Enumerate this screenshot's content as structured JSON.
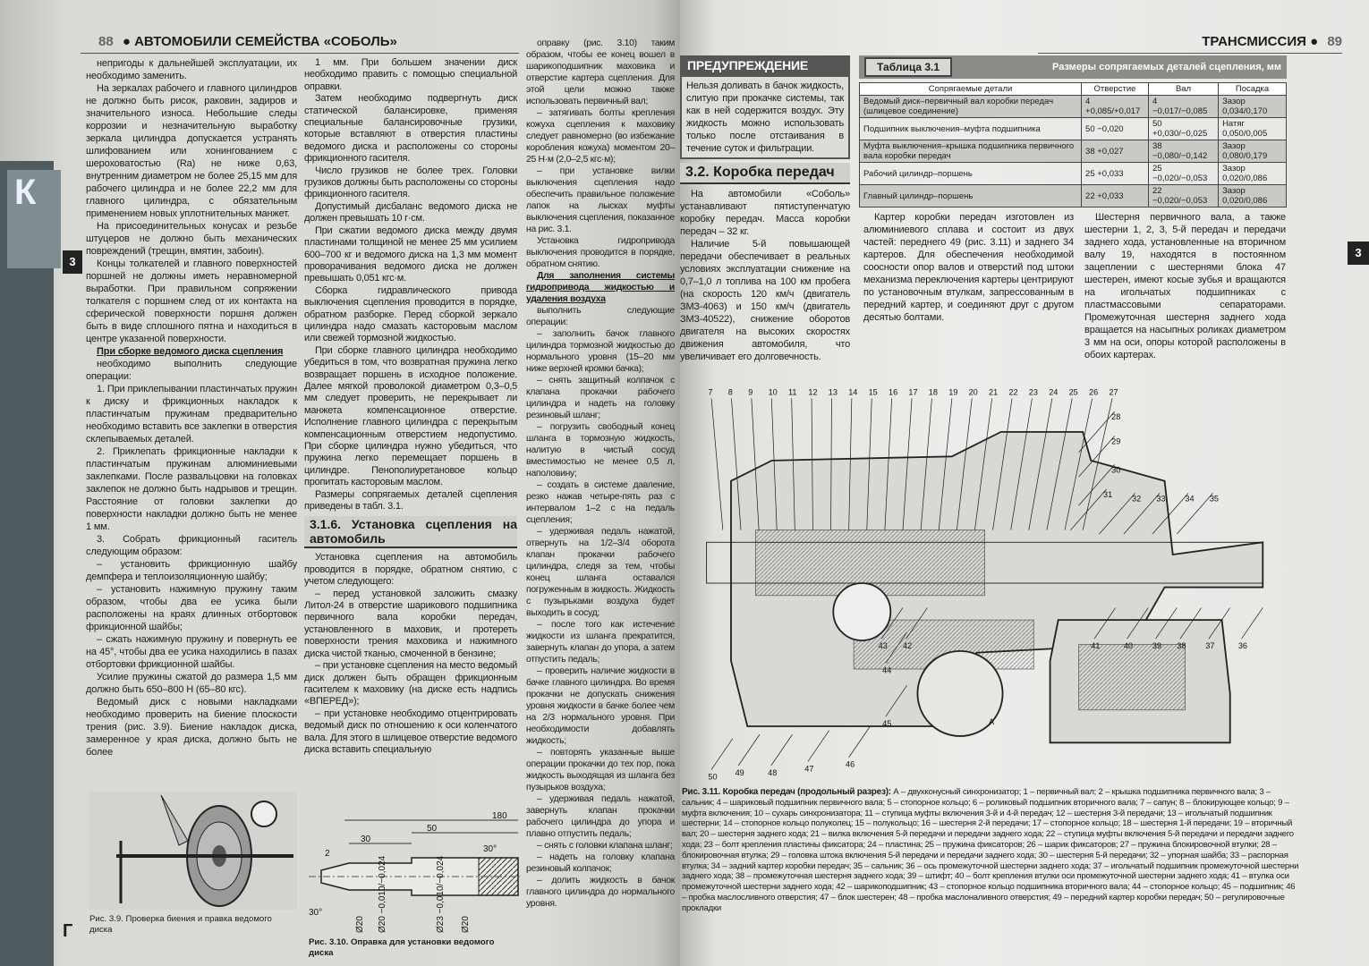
{
  "left_page": {
    "page_number": "88",
    "running_head": "АВТОМОБИЛИ СЕМЕЙСТВА «СОБОЛЬ»",
    "edge_tab": "К",
    "section_tab": "3",
    "col1": [
      "непригоды к дальнейшей эксплуатации, их необходимо заменить.",
      "На зеркалах рабочего и главного цилиндров не должно быть рисок, раковин, задиров и значительного износа. Небольшие следы коррозии и незначительную выработку зеркала цилиндра допускается устранять шлифованием или хонингованием с шероховатостью (Ra) не ниже 0,63, внутренним диаметром не более 25,15 мм для рабочего цилиндра и не более 22,2 мм для главного цилиндра, с обязательным применением новых уплотнительных манжет.",
      "На присоединительных конусах и резьбе штуцеров не должно быть механических повреждений (трещин, вмятин, забоин).",
      "Концы толкателей и главного поверхностей поршней не должны иметь неравномерной выработки. При правильном сопряжении толкателя с поршнем след от их контакта на сферической поверхности поршня должен быть в виде сплошного пятна и находиться в центре указанной поверхности.",
      "При сборке ведомого диска сцепления",
      "необходимо выполнить следующие операции:",
      "1. При приклепывании пластинчатых пружин к диску и фрикционных накладок к пластинчатым пружинам предварительно необходимо вставить все заклепки в отверстия склепываемых деталей.",
      "2. Приклепать фрикционные накладки к пластинчатым пружинам алюминиевыми заклепками. После развальцовки на головках заклепок не должно быть надрывов и трещин. Расстояние от головки заклепки до поверхности накладки должно быть не менее 1 мм.",
      "3. Собрать фрикционный гаситель следующим образом:",
      "– установить фрикционную шайбу демпфера и теплоизоляционную шайбу;",
      "– установить нажимную пружину таким образом, чтобы два ее усика были расположены на краях длинных отбортовок фрикционной шайбы;",
      "– сжать нажимную пружину и повернуть ее на 45°, чтобы два ее усика находились в пазах отбортовки фрикционной шайбы.",
      "Усилие пружины сжатой до размера 1,5 мм должно быть 650–800 Н (65–80 кгс).",
      "Ведомый диск с новыми накладками необходимо проверить на биение плоскости трения (рис. 3.9). Биение накладок диска, замеренное у края диска, должно быть не более"
    ],
    "col2": [
      "1 мм. При большем значении диск необходимо править с помощью специальной оправки.",
      "Затем необходимо подвергнуть диск статической балансировке, применяя специальные балансировочные грузики, которые вставляют в отверстия пластины ведомого диска и расположены со стороны фрикционного гасителя.",
      "Число грузиков не более трех. Головки грузиков должны быть расположены со стороны фрикционного гасителя.",
      "Допустимый дисбаланс ведомого диска не должен превышать 10 г·см.",
      "При сжатии ведомого диска между двумя пластинами толщиной не менее 25 мм усилием 600–700 кг и ведомого диска на 1,3 мм момент проворачивания ведомого диска не должен превышать 0,051 кгс·м.",
      "Сборка гидравлического привода выключения сцепления проводится в порядке, обратном разборке. Перед сборкой зеркало цилиндра надо смазать касторовым маслом или свежей тормозной жидкостью.",
      "При сборке главного цилиндра необходимо убедиться в том, что возвратная пружина легко возвращает поршень в исходное положение. Далее мягкой проволокой диаметром 0,3–0,5 мм следует проверить, не перекрывает ли манжета компенсационное отверстие. Исполнение главного цилиндра с перекрытым компенсационным отверстием недопустимо. При сборке цилиндра нужно убедиться, что пружина легко перемещает поршень в цилиндре. Пенополиуретановое кольцо пропитать касторовым маслом.",
      "Размеры сопрягаемых деталей сцепления приведены в табл. 3.1."
    ],
    "section_316_title": "3.1.6. Установка сцепления на автомобиль",
    "col2b": [
      "Установка сцепления на автомобиль проводится в порядке, обратном снятию, с учетом следующего:",
      "– перед установкой заложить смазку Литол-24 в отверстие шарикового подшипника первичного вала коробки передач, установленного в маховик, и протереть поверхности трения маховика и нажимного диска чистой тканью, смоченной в бензине;",
      "– при установке сцепления на место ведомый диск должен быть обращен фрикционным гасителем к маховику (на диске есть надпись «ВПЕРЕД»);",
      "– при установке необходимо отцентрировать ведомый диск по отношению к оси коленчатого вала. Для этого в шлицевое отверстие ведомого диска вставить специальную"
    ],
    "col3": [
      "оправку (рис. 3.10) таким образом, чтобы ее конец вошел в шарикоподшипник маховика и отверстие картера сцепления. Для этой цели можно также использовать первичный вал;",
      "– затягивать болты крепления кожуха сцепления к маховику следует равномерно (во избежание коробления кожуха) моментом 20–25 Н·м (2,0–2,5 кгс·м);",
      "– при установке вилки выключения сцепления надо обеспечить правильное положение лапок на лысках муфты выключения сцепления, показанное на рис. 3.1.",
      "Установка гидропривода выключения проводится в порядке, обратном снятию."
    ],
    "col3_heading": "Для заполнения системы гидропривода жидкостью и удаления воздуха",
    "col3b": [
      "выполнить следующие операции:",
      "– заполнить бачок главного цилиндра тормозной жидкостью до нормального уровня (15–20 мм ниже верхней кромки бачка);",
      "– снять защитный колпачок с клапана прокачки рабочего цилиндра и надеть на головку резиновый шланг;",
      "– погрузить свободный конец шланга в тормозную жидкость, налитую в чистый сосуд вместимостью не менее 0,5 л, наполовину;",
      "– создать в системе давление, резко нажав четыре-пять раз с интервалом 1–2 с на педаль сцепления;",
      "– удерживая педаль нажатой, отвернуть на 1/2–3/4 оборота клапан прокачки рабочего цилиндра, следя за тем, чтобы конец шланга оставался погруженным в жидкость. Жидкость с пузырьками воздуха будет выходить в сосуд;",
      "– после того как истечение жидкости из шланга прекратится, завернуть клапан до упора, а затем отпустить педаль;",
      "– проверить наличие жидкости в бачке главного цилиндра. Во время прокачки не допускать снижения уровня жидкости в бачке более чем на 2/3 нормального уровня. При необходимости добавлять жидкость;",
      "– повторять указанные выше операции прокачки до тех пор, пока жидкость выходящая из шланга без пузырьков воздуха;",
      "– удерживая педаль нажатой, завернуть клапан прокачки рабочего цилиндра до упора и плавно отпустить педаль;",
      "– снять с головки клапана шланг;",
      "– надеть на головку клапана резиновый колпачок;",
      "– долить жидкость в бачок главного цилиндра до нормального уровня."
    ],
    "fig39_caption": "Рис. 3.9. Проверка биения и правка ведомого диска",
    "fig310_caption": "Рис. 3.10. Оправка для установки ведомого диска",
    "fig310_dims": {
      "total": "180",
      "d50": "50",
      "d30": "30",
      "d2": "2",
      "angle1": "30°",
      "angle2": "30°",
      "dia20a": "Ø20",
      "dia23": "Ø23 −0,010/−0,024",
      "dia20b": "Ø20",
      "dia_tol": "Ø20 −0,010/−0,024"
    },
    "bottom_stub": "Г"
  },
  "right_page": {
    "page_number": "89",
    "running_head": "ТРАНСМИССИЯ",
    "section_tab": "3",
    "warning_title": "ПРЕДУПРЕЖДЕНИЕ",
    "warning_text": "Нельзя доливать в бачок жидкость, слитую при прокачке системы, так как в ней содержится воздух. Эту жидкость можно использовать только после отстаивания в течение суток и фильтрации.",
    "section_32_title": "3.2. Коробка передач",
    "col4": [
      "На автомобили «Соболь» устанавливают пятиступенчатую коробку передач. Масса коробки передач – 32 кг.",
      "Наличие 5-й повышающей передачи обеспечивает в реальных условиях эксплуатации снижение на 0,7–1,0 л топлива на 100 км пробега (на скорость 120 км/ч (двигатель ЗМЗ-4063) и 150 км/ч (двигатель ЗМЗ-40522), снижение оборотов двигателя на высоких скоростях движения автомобиля, что увеличивает его долговечность."
    ],
    "table": {
      "label": "Таблица 3.1",
      "title": "Размеры сопрягаемых деталей сцепления, мм",
      "headers": [
        "Сопрягаемые детали",
        "Отверстие",
        "Вал",
        "Посадка"
      ],
      "rows": [
        [
          "Ведомый диск–первичный вал коробки передач (шлицевое соединение)",
          "4 +0,085/+0,017",
          "4 −0,017/−0,085",
          "Зазор 0,034/0,170"
        ],
        [
          "Подшипник выключения–муфта подшипника",
          "50 −0,020",
          "50 +0,030/−0,025",
          "Натяг 0,050/0,005"
        ],
        [
          "Муфта выключения–крышка подшипника первичного вала коробки передач",
          "38 +0,027",
          "38 −0,080/−0,142",
          "Зазор 0,080/0,179"
        ],
        [
          "Рабочий цилиндр–поршень",
          "25 +0,033",
          "25 −0,020/−0,053",
          "Зазор 0,020/0,086"
        ],
        [
          "Главный цилиндр–поршень",
          "22 +0,033",
          "22 −0,020/−0,053",
          "Зазор 0,020/0,086"
        ]
      ]
    },
    "col5": [
      "Картер коробки передач изготовлен из алюминиевого сплава и состоит из двух частей: переднего 49 (рис. 3.11) и заднего 34 картеров. Для обеспечения необходимой соосности опор валов и отверстий под штоки механизма переключения картеры центрируют по установочным втулкам, запрессованным в передний картер, и соединяют друг с другом десятью болтами."
    ],
    "col6": [
      "Шестерня первичного вала, а также шестерни 1, 2, 3, 5-й передач и передачи заднего хода, установленные на вторичном валу 19, находятся в постоянном зацеплении с шестернями блока 47 шестерен, имеют косые зубья и вращаются на игольчатых подшипниках с пластмассовыми сепараторами. Промежуточная шестерня заднего хода вращается на насыпных роликах диаметром 3 мм на оси, опоры которой расположены в обоих картерах."
    ],
    "diagram_callouts_top": [
      "7",
      "8",
      "9",
      "10",
      "11",
      "12",
      "13",
      "14",
      "15",
      "16",
      "17",
      "18",
      "19",
      "20",
      "21",
      "22",
      "23",
      "24",
      "25",
      "26",
      "27"
    ],
    "diagram_callouts_right": [
      "28",
      "29",
      "30",
      "31",
      "32",
      "33",
      "34",
      "35"
    ],
    "diagram_callouts_bottom": [
      "50",
      "49",
      "48",
      "47",
      "46",
      "45",
      "44",
      "43",
      "42",
      "41",
      "40",
      "39",
      "38",
      "37",
      "36"
    ],
    "diagram_view_label": "A",
    "fig311_caption_title": "Рис. 3.11. Коробка передач (продольный разрез):",
    "fig311_caption_text": "А – двухконусный синхронизатор; 1 – первичный вал; 2 – крышка подшипника первичного вала; 3 – сальник; 4 – шариковый подшипник первичного вала; 5 – стопорное кольцо; 6 – роликовый подшипник вторичного вала; 7 – сапун; 8 – блокирующее кольцо; 9 – муфта включения; 10 – сухарь синхронизатора; 11 – ступица муфты включения 3-й и 4-й передач; 12 – шестерня 3-й передачи; 13 – игольчатый подшипник шестерни; 14 – стопорное кольцо полуколец; 15 – полукольцо; 16 – шестерня 2-й передачи; 17 – стопорное кольцо; 18 – шестерня 1-й передачи; 19 – вторичный вал; 20 – шестерня заднего хода; 21 – вилка включения 5-й передачи и передачи заднего хода; 22 – ступица муфты включения 5-й передачи и передачи заднего хода; 23 – болт крепления пластины фиксатора; 24 – пластина; 25 – пружина фиксаторов; 26 – шарик фиксаторов; 27 – пружина блокировочной втулки; 28 – блокировочная втулка; 29 – головка штока включения 5-й передачи и передачи заднего хода; 30 – шестерня 5-й передачи; 32 – упорная шайба; 33 – распорная втулка; 34 – задний картер коробки передач; 35 – сальник; 36 – ось промежуточной шестерни заднего хода; 37 – игольчатый подшипник промежуточной шестерни заднего хода; 38 – промежуточная шестерня заднего хода; 39 – штифт; 40 – болт крепления втулки оси промежуточной шестерни заднего хода; 41 – втулка оси промежуточной шестерни заднего хода; 42 – шарикоподшипник; 43 – стопорное кольцо подшипника вторичного вала; 44 – стопорное кольцо; 45 – подшипник; 46 – пробка маслосливного отверстия; 47 – блок шестерен; 48 – пробка маслоналивного отверстия; 49 – передний картер коробки передач; 50 – регулировочные прокладки"
  }
}
